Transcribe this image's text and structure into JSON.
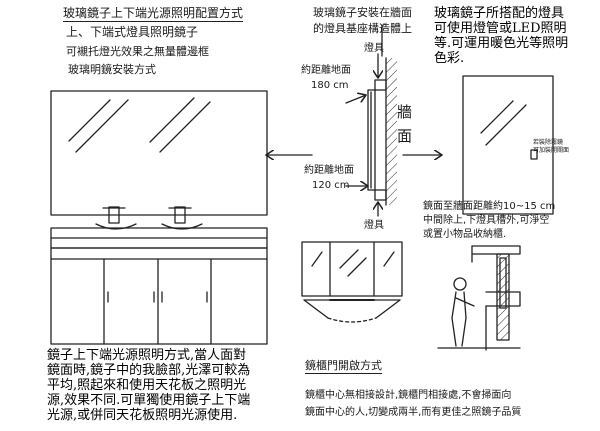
{
  "left": {
    "title": "玻璃鏡子上下端光源照明配置方式",
    "subtitle": "上、下端式燈具照明鏡子",
    "note_line1": "可襯托燈光效果之無量體邊框",
    "note_line2": "玻璃明鏡安裝方式",
    "caption": [
      "鏡子上下端光源照明方式,當人面對",
      "鏡面時,鏡子中的我臉部,光澤可較為",
      "平均,照起來和使用天花板之照明光",
      "源,效果不同.可單獨使用鏡子上下端",
      "光源,或併同天花板照明光源使用."
    ]
  },
  "side": {
    "top_note_line1": "玻璃鏡子安裝在牆面",
    "top_note_line2": "的燈具基座構造體上",
    "fixture_top": "燈具",
    "fixture_bottom": "燈具",
    "wall": "牆面",
    "dist_top_label": "約距離地面",
    "dist_top_value": "180 cm",
    "dist_bottom_label": "約距離地面",
    "dist_bottom_value": "120 cm"
  },
  "right": {
    "caption": [
      "玻璃鏡子所搭配的燈具",
      "可使用燈管或LED照明",
      "等.可運用暖色光等照明",
      "色彩."
    ],
    "device_line1": "若裝除霧鏡",
    "device_line2": "可加裝開關面",
    "gap_note": [
      "鏡面至牆面距離約10~15 cm",
      "中間除上,下燈具槽外,可淨空",
      "或置小物品收納櫃."
    ]
  },
  "cabinet": {
    "title": "鏡櫃門開啟方式",
    "note": [
      "鏡櫃中心無相接設計,鏡櫃門相接處,不會掃面向",
      "鏡面中心的人,切變成兩半,而有更佳之照鏡子品質"
    ]
  }
}
